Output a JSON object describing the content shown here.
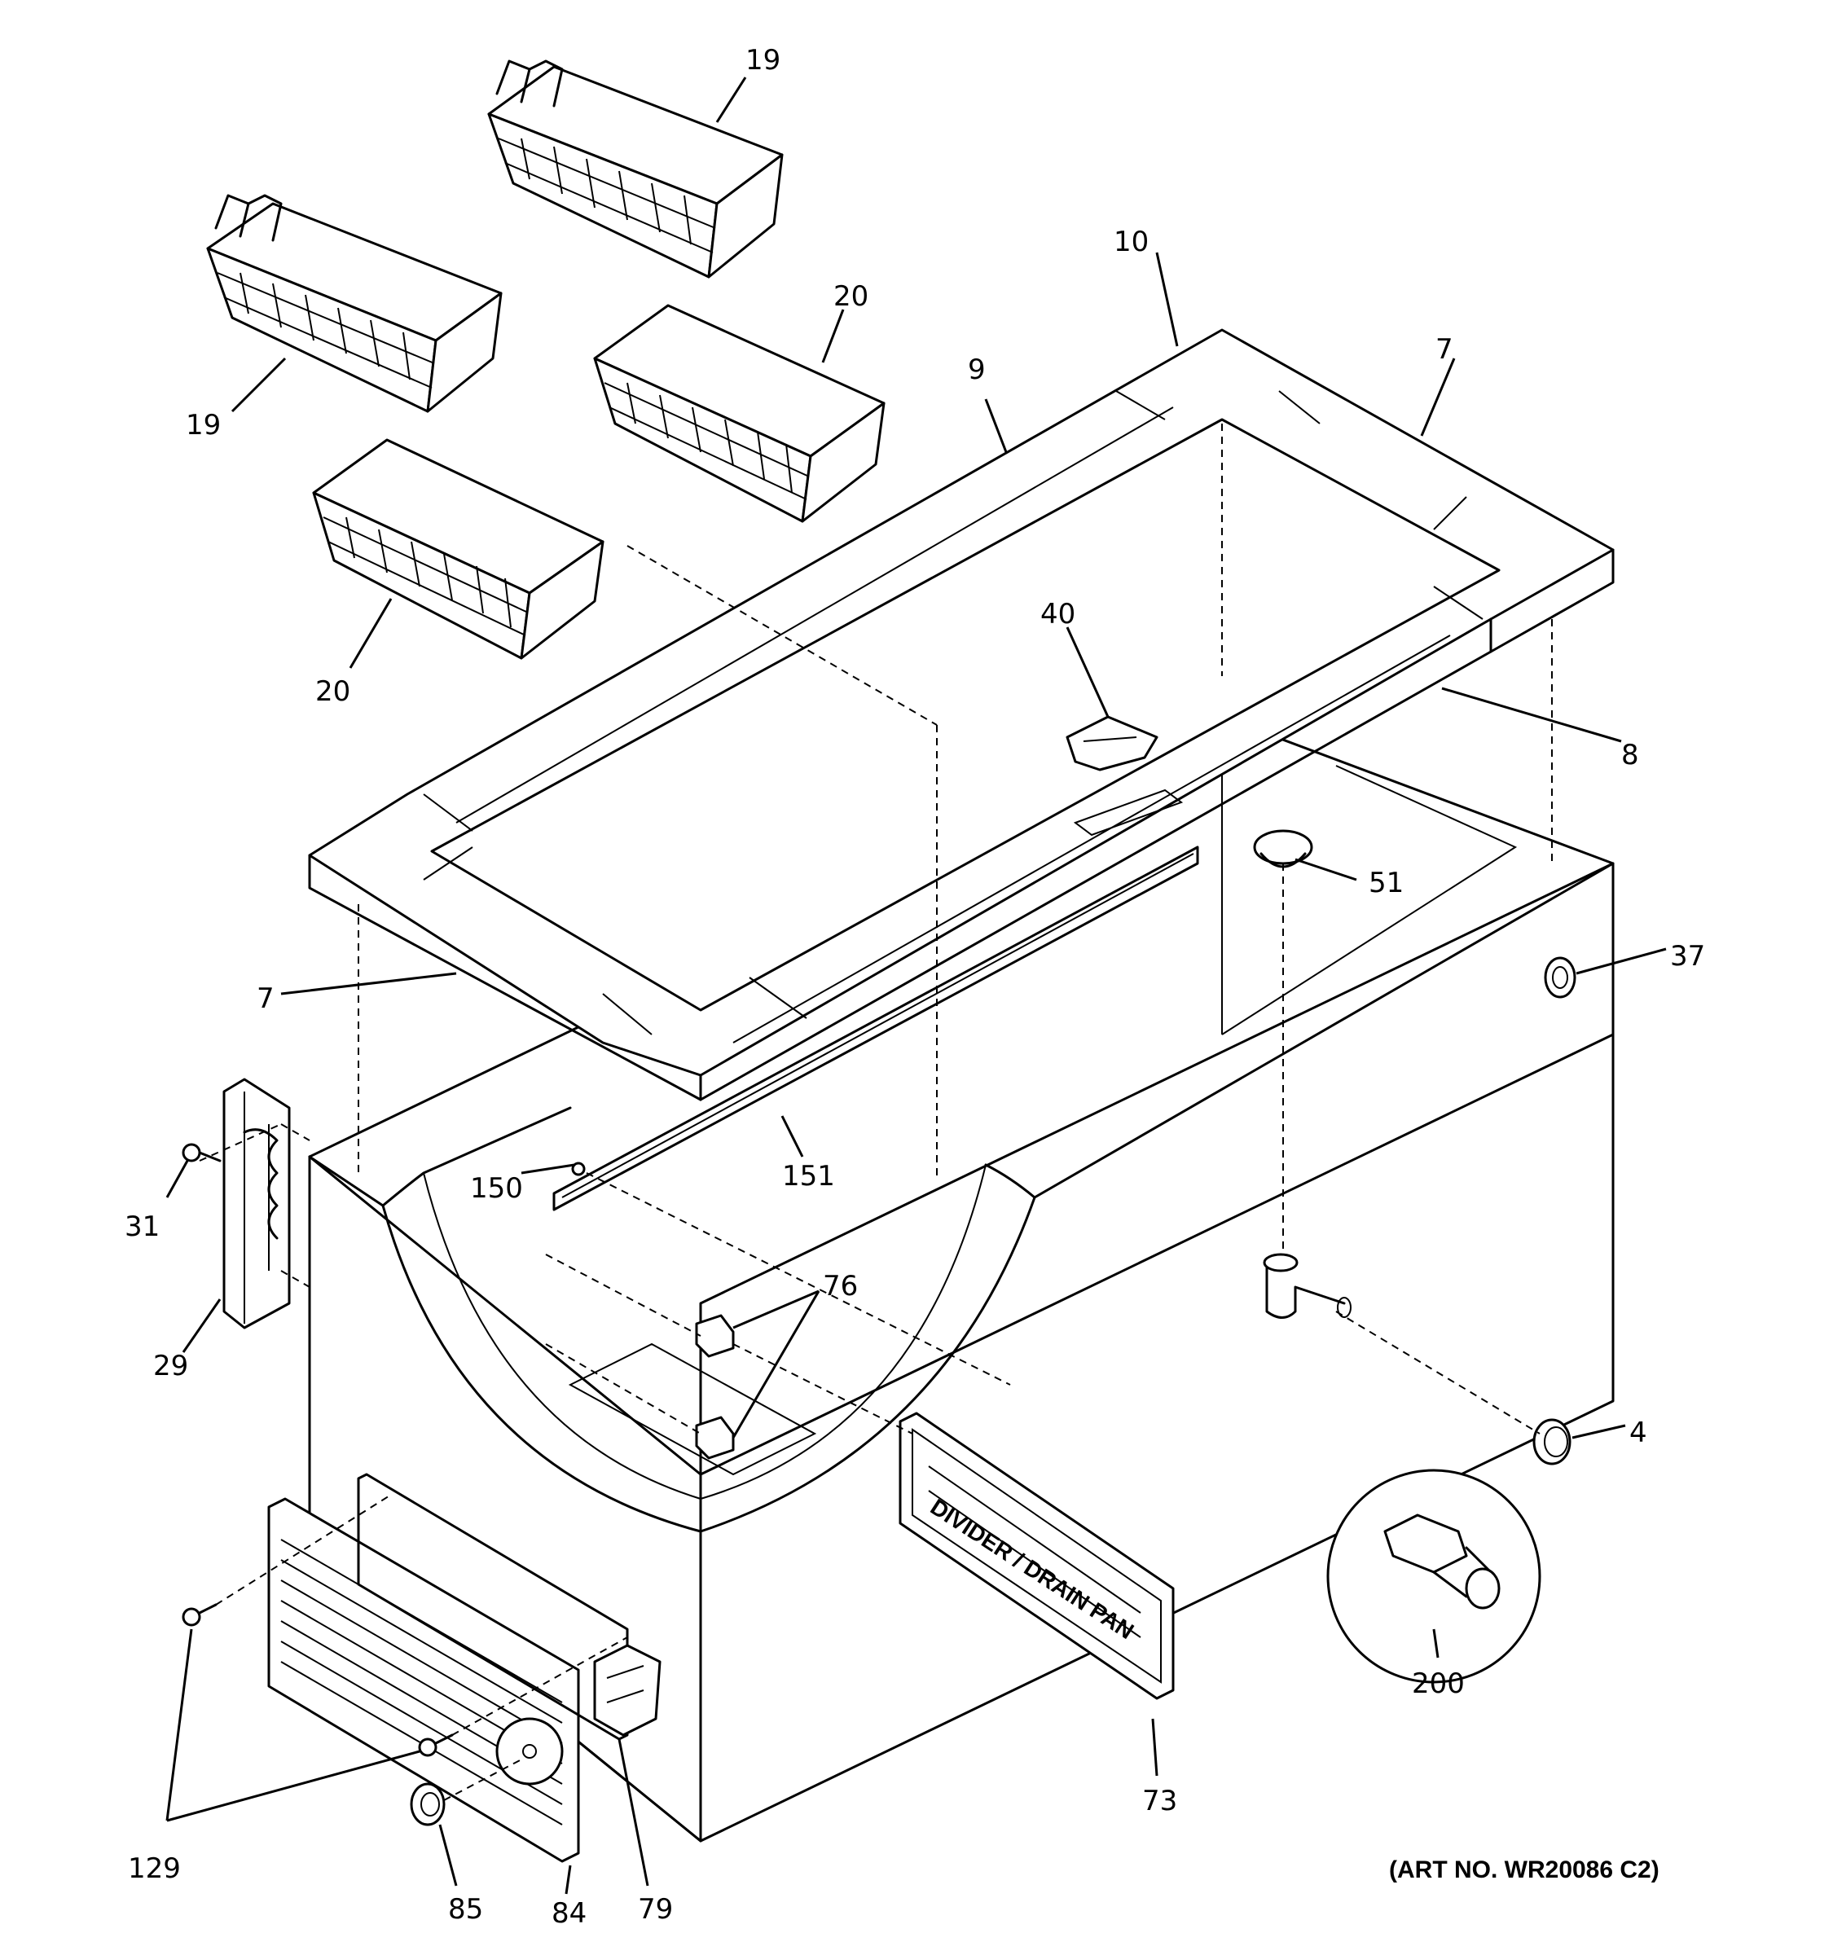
{
  "diagram": {
    "part_labels": {
      "p19a": "19",
      "p19b": "19",
      "p20a": "20",
      "p20b": "20",
      "p10": "10",
      "p9": "9",
      "p7a": "7",
      "p7b": "7",
      "p40": "40",
      "p8": "8",
      "p51": "51",
      "p37": "37",
      "p150": "150",
      "p151": "151",
      "p31": "31",
      "p29": "29",
      "p76": "76",
      "p4": "4",
      "p200": "200",
      "p73": "73",
      "p129": "129",
      "p85": "85",
      "p84": "84",
      "p79": "79"
    },
    "divider_pan_text": "DIVIDER / DRAIN PAN",
    "art_number": "(ART NO. WR20086 C2)"
  }
}
